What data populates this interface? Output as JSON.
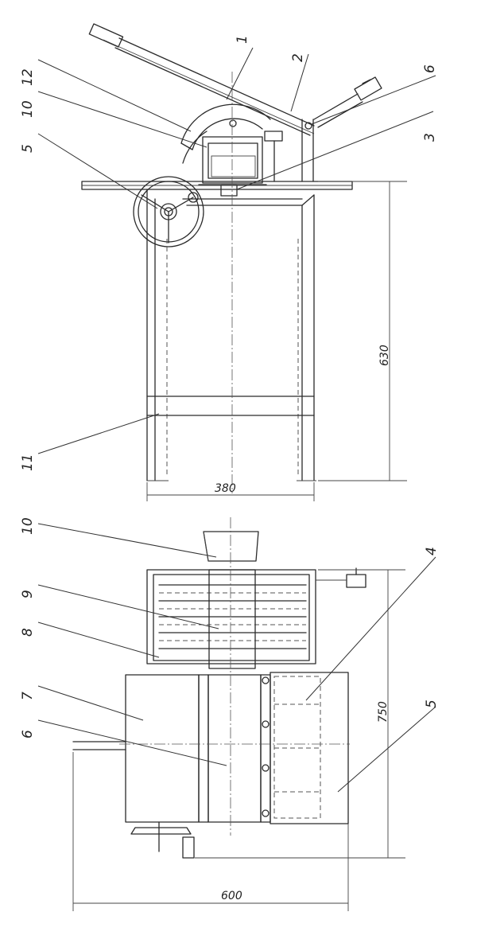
{
  "callouts": {
    "top": [
      "1",
      "2",
      "12",
      "10",
      "5",
      "6",
      "3",
      "11"
    ],
    "bottom": [
      "10",
      "9",
      "8",
      "7",
      "6",
      "4",
      "5"
    ]
  },
  "dimensions": {
    "height_top": "630",
    "width_top": "380",
    "height_bottom": "750",
    "width_bottom": "600"
  }
}
